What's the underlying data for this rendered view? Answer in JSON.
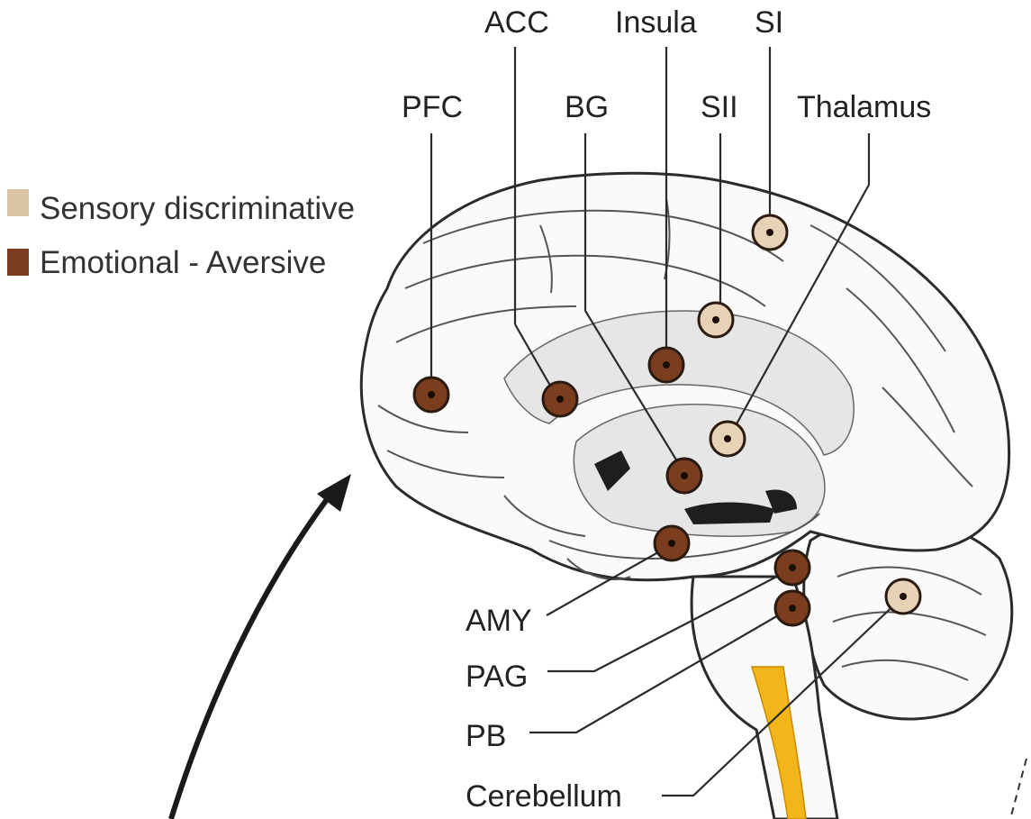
{
  "legend": {
    "items": [
      {
        "label": "Sensory discriminative",
        "color": "#d9c3a5"
      },
      {
        "label": "Emotional - Aversive",
        "color": "#7a3d1e"
      }
    ]
  },
  "regions": [
    {
      "label": "PFC",
      "type": "emotional"
    },
    {
      "label": "ACC",
      "type": "emotional"
    },
    {
      "label": "BG",
      "type": "emotional"
    },
    {
      "label": "Insula",
      "type": "emotional"
    },
    {
      "label": "SII",
      "type": "sensory"
    },
    {
      "label": "SI",
      "type": "sensory"
    },
    {
      "label": "Thalamus",
      "type": "sensory"
    },
    {
      "label": "AMY",
      "type": "emotional"
    },
    {
      "label": "PAG",
      "type": "emotional"
    },
    {
      "label": "PB",
      "type": "emotional"
    },
    {
      "label": "Cerebellum",
      "type": "sensory"
    }
  ],
  "colors": {
    "sensory_fill": "#e6d2b4",
    "emotional_fill": "#7a3d1e",
    "spinal_cord": "#f2b51a"
  }
}
